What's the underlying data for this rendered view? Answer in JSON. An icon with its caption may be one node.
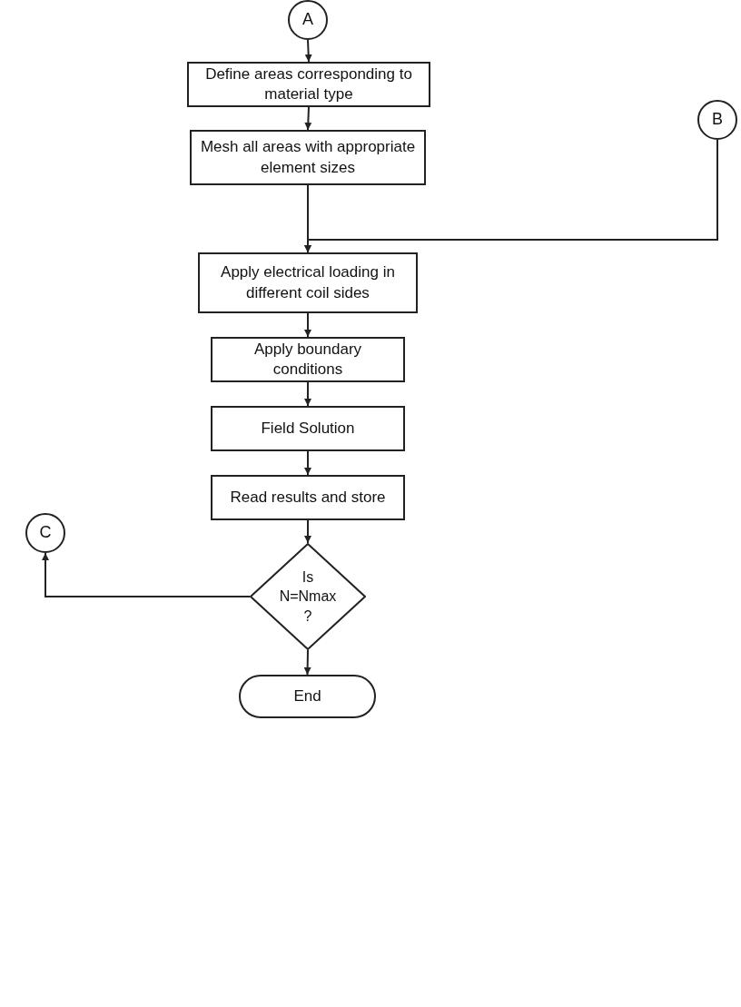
{
  "diagram": {
    "nodes": [
      {
        "text": [
          "A"
        ]
      },
      {
        "text": [
          "Define areas corresponding to material type"
        ]
      },
      {
        "text": [
          "Mesh all areas with appropriate element sizes"
        ]
      },
      {
        "text": [
          "B"
        ]
      },
      {
        "text": [
          "Apply electrical loading in different coil sides"
        ]
      },
      {
        "text": [
          "Apply boundary conditions"
        ]
      },
      {
        "text": [
          "Field Solution"
        ]
      },
      {
        "text": [
          "Read results and store"
        ]
      },
      {
        "text": [
          "C"
        ]
      },
      {
        "text": [
          "Is N=Nmax ?"
        ]
      },
      {
        "text": [
          "End"
        ]
      }
    ],
    "edges": [
      {
        "from": 0,
        "to": 1,
        "arrow": "to"
      },
      {
        "from": 1,
        "to": 2,
        "arrow": "to"
      },
      {
        "from": 2,
        "to": 4,
        "arrow": "to"
      },
      {
        "from": 3,
        "to": 4,
        "arrow": "to"
      },
      {
        "from": 4,
        "to": 5,
        "arrow": "to"
      },
      {
        "from": 5,
        "to": 6,
        "arrow": "to"
      },
      {
        "from": 6,
        "to": 7,
        "arrow": "to"
      },
      {
        "from": 7,
        "to": 9,
        "arrow": "to"
      },
      {
        "from": 9,
        "to": 8,
        "arrow": "to"
      },
      {
        "from": 9,
        "to": 10,
        "arrow": "to"
      }
    ]
  }
}
